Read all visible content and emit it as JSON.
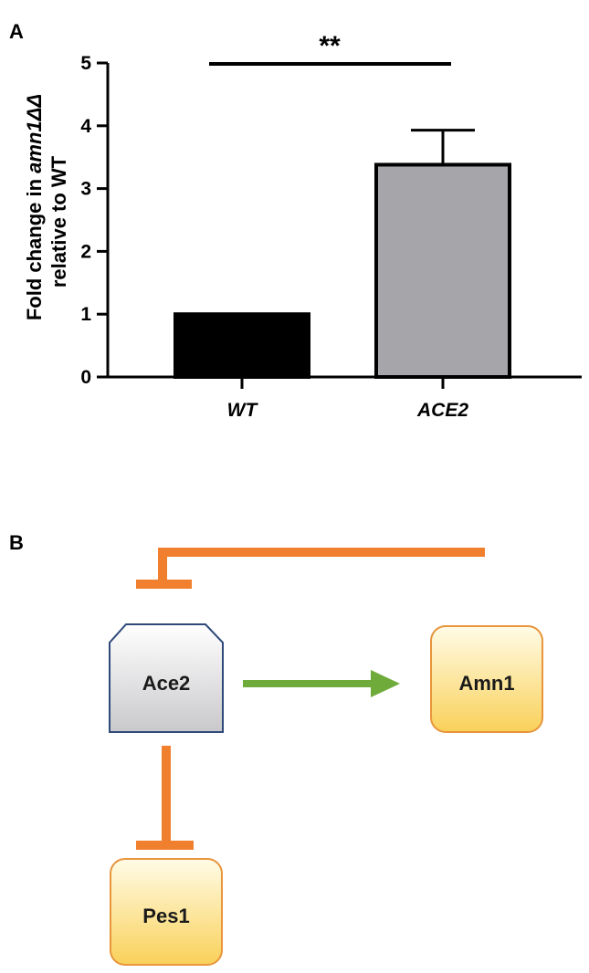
{
  "panels": {
    "a_letter": "A",
    "b_letter": "B"
  },
  "chart_data": {
    "type": "bar",
    "categories": [
      "WT",
      "ACE2"
    ],
    "values": [
      1.0,
      3.38
    ],
    "error_upper": [
      0.0,
      0.55
    ],
    "bar_colors": [
      "#000000",
      "#a6a6aa"
    ],
    "ylabel_prefix": "Fold change in ",
    "ylabel_italic": "amn1ΔΔ",
    "ylabel_line2": "relative to WT",
    "xlabel": "",
    "ylim": [
      0,
      5
    ],
    "yticks": [
      "0",
      "1",
      "2",
      "3",
      "4",
      "5"
    ],
    "significance": "**",
    "grid": false
  },
  "diagram": {
    "nodes": {
      "ace2": "Ace2",
      "amn1": "Amn1",
      "pes1": "Pes1"
    },
    "colors": {
      "inhibition": "#f07f2e",
      "activation": "#6fab3a",
      "ace2_border": "#2f4a7a",
      "yellow_border": "#e8953c"
    }
  }
}
